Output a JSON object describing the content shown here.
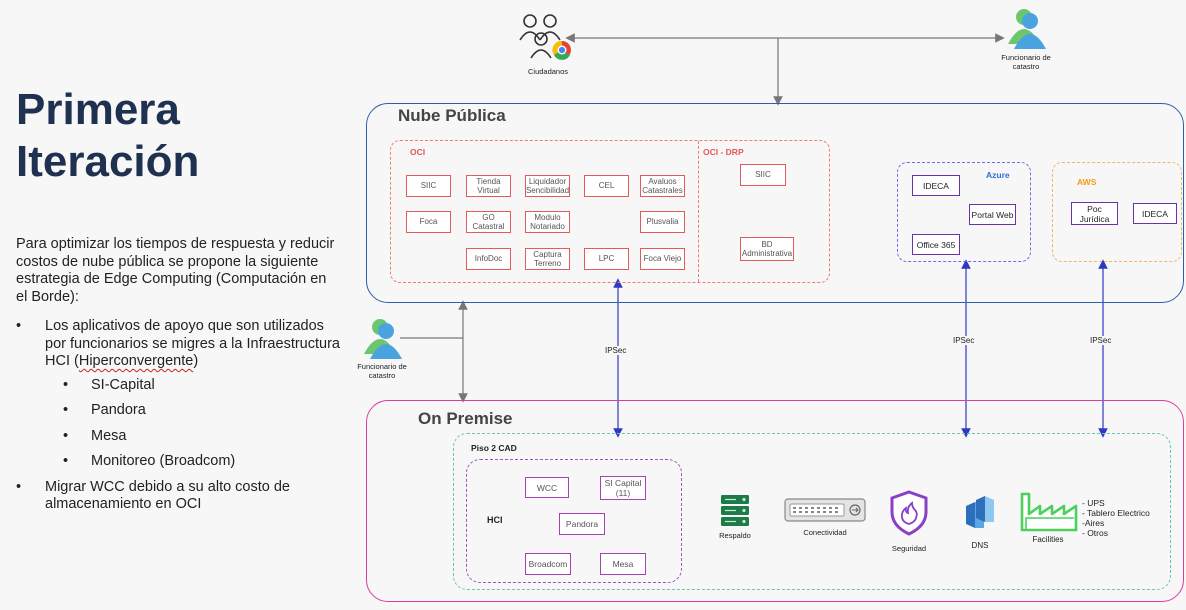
{
  "title": "Primera\nIteración",
  "intro": "Para optimizar los tiempos de respuesta y reducir costos de nube pública se propone la siguiente estrategia de Edge Computing (Computación en el Borde):",
  "bullet1_pre": "Los aplicativos de apoyo que son utilizados por funcionarios se migres a la Infraestructura HCI (",
  "bullet1_link": "Hiperconvergente",
  "bullet1_post": ")",
  "sub_items": [
    "SI-Capital",
    "Pandora",
    "Mesa",
    "Monitoreo (Broadcom)"
  ],
  "bullet2": "Migrar WCC debido a su alto costo de almacenamiento en OCI",
  "top": {
    "citizens_label": "Ciudadanos",
    "official_label": "Funcionario de\ncatastro"
  },
  "left_official_label": "Funcionario de\ncatastro",
  "nube": {
    "title": "Nube Pública",
    "oci_title": "OCI",
    "oci_items": [
      "SIIC",
      "Tienda\nVirtual",
      "Liquidador\nSencibilidad",
      "CEL",
      "Avaluos\nCatastrales",
      "Foca",
      "GO\nCatastral",
      "Modulo\nNotariado",
      "Plusvalia",
      "InfoDoc",
      "Captura\nTerreno",
      "LPC",
      "Foca Viejo"
    ],
    "drp_title": "OCI - DRP",
    "drp_items": [
      "SIIC",
      "BD\nAdministrativa"
    ],
    "azure_title": "Azure",
    "azure_items": [
      "IDECA",
      "Portal Web",
      "Office 365"
    ],
    "aws_title": "AWS",
    "aws_items": [
      "Poc\nJurídica",
      "IDECA"
    ]
  },
  "ipsec": [
    "IPSec",
    "IPSec",
    "IPSec"
  ],
  "prem": {
    "title": "On Premise",
    "piso_title": "Piso 2 CAD",
    "hci_label": "HCI",
    "hci_items": [
      "WCC",
      "SI Capital\n(11)",
      "Pandora",
      "Broadcom",
      "Mesa"
    ],
    "services": [
      "Respaldo",
      "Conectividad",
      "Seguridad",
      "DNS",
      "Facilities"
    ],
    "facilities_list": [
      "- UPS",
      "- Tablero Electrico",
      "-Aires",
      "- Otros"
    ]
  },
  "colors": {
    "title": "#1f3150",
    "nube_border": "#2d5fa8",
    "prem_border": "#d63ea0",
    "oci_red": "#e25a5a",
    "hci_purple": "#6a34a8",
    "azure_blue": "#2f6fd6",
    "aws_orange": "#f39a1e",
    "respaldo_green": "#1f7a4a",
    "person_blue": "#4aa3df",
    "person_green": "#6cc56f"
  }
}
